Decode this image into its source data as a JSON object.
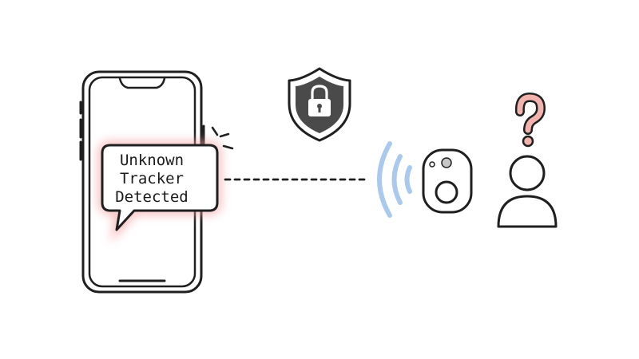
{
  "alert": {
    "lines": [
      "Unknown",
      "Tracker",
      "Detected"
    ]
  },
  "colors": {
    "ink": "#1f1f1f",
    "alert_glow": "#f3a1a1",
    "signal_waves": "#a9c9ee",
    "shield_fill": "#4a4a4a",
    "question_mark": "#f2b3ae",
    "tracker_button": "#c7c7c7"
  },
  "icons": {
    "phone": "smartphone-icon",
    "shield": "shield-lock-icon",
    "signal": "wireless-signal-icon",
    "tracker": "bluetooth-tracker-icon",
    "person": "person-icon",
    "unknown": "question-mark-icon"
  }
}
